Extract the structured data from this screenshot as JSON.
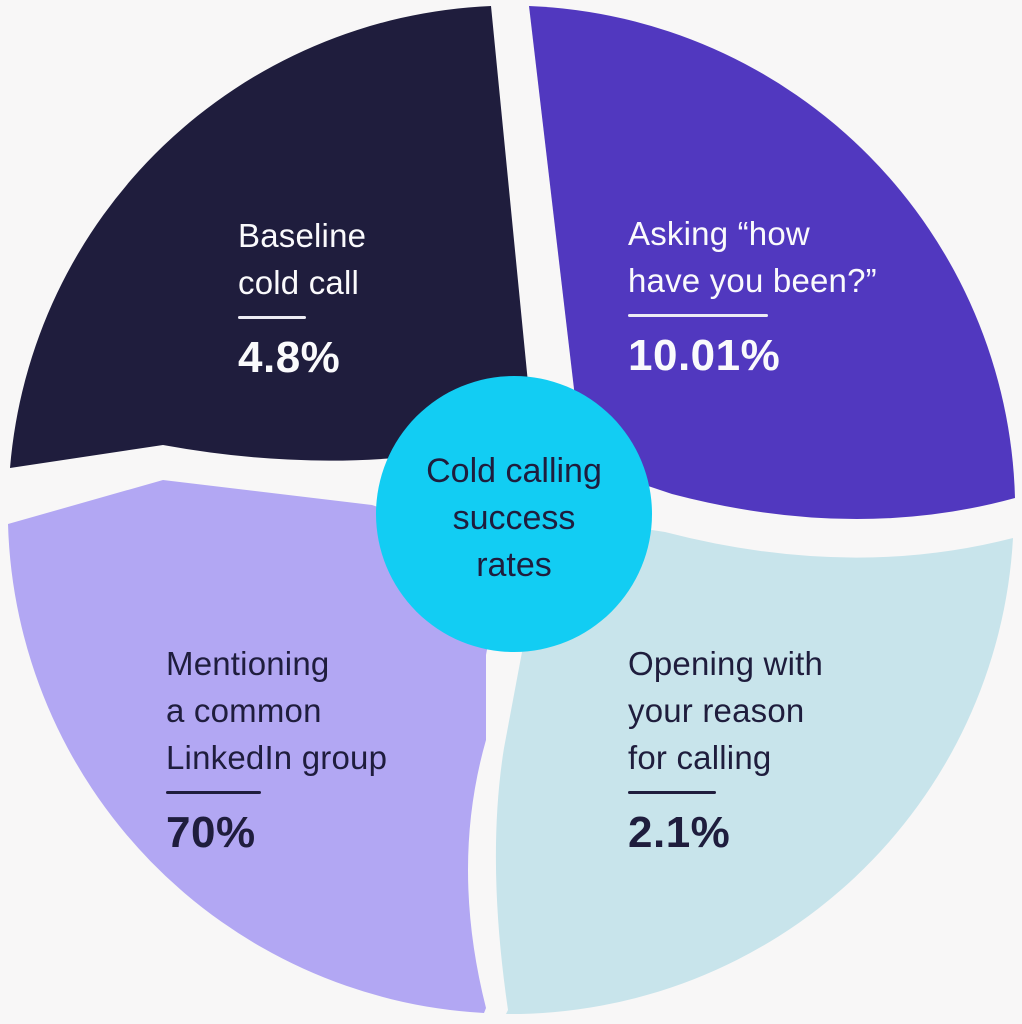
{
  "title": "Cold calling success rates",
  "center": {
    "label": "Cold calling\nsuccess\nrates"
  },
  "colors": {
    "background": "#f8f7f7",
    "navy": "#1f1d3d",
    "purple": "#5138bf",
    "lavender": "#b2a7f3",
    "teal": "#c8e4eb",
    "cyan": "#12cdf3",
    "text_on_dark": "#fafafc",
    "text_on_light": "#1f1d3d"
  },
  "slices": [
    {
      "name": "baseline-cold-call",
      "label": "Baseline\ncold call",
      "value": "4.8%",
      "color": "#1f1d3d"
    },
    {
      "name": "asking-how-have-you-been",
      "label": "Asking “how\nhave you been?”",
      "value": "10.01%",
      "color": "#5138bf"
    },
    {
      "name": "mentioning-linkedin-group",
      "label": "Mentioning\na common\nLinkedIn group",
      "value": "70%",
      "color": "#b2a7f3"
    },
    {
      "name": "opening-reason-for-calling",
      "label": "Opening with\nyour reason\nfor calling",
      "value": "2.1%",
      "color": "#c8e4eb"
    }
  ],
  "chart_data": {
    "type": "pie",
    "title": "Cold calling success rates",
    "categories": [
      "Baseline cold call",
      "Asking “how have you been?”",
      "Mentioning a common LinkedIn group",
      "Opening with your reason for calling"
    ],
    "values": [
      4.8,
      10.01,
      70,
      2.1
    ],
    "unit": "%",
    "legend_position": "none",
    "layout": "four equal rotated quadrant slices with white gaps and a central circle label"
  }
}
